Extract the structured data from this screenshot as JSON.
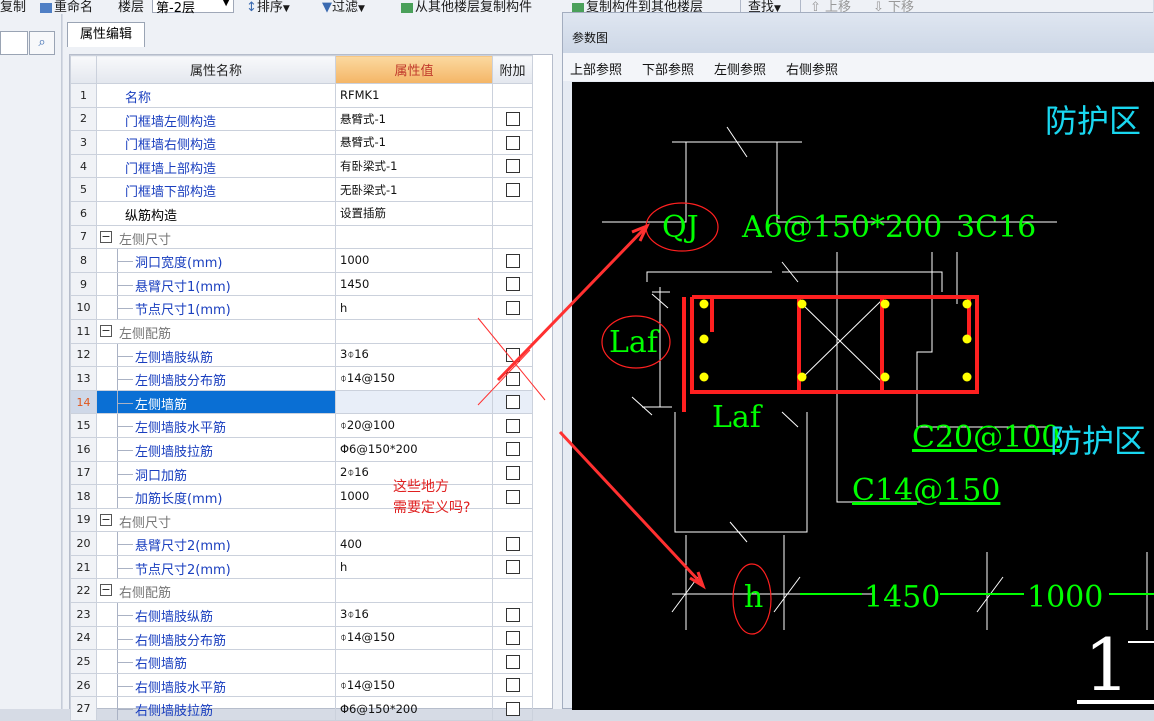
{
  "toolbar": {
    "copy": "复制",
    "rename": "重命名",
    "floor_label": "楼层",
    "floor_value": "第-2层",
    "sort": "排序",
    "filter": "过滤",
    "copy_from_floor": "从其他楼层复制构件",
    "copy_to_floor": "复制构件到其他楼层",
    "find": "查找",
    "move_up": "上移",
    "move_down": "下移"
  },
  "search": {
    "icon": "search-icon"
  },
  "property_panel": {
    "tab": "属性编辑",
    "columns": {
      "name": "属性名称",
      "value": "属性值",
      "extra": "附加"
    },
    "rows": [
      {
        "num": "1",
        "name": "名称",
        "value": "RFMK1",
        "level": 0,
        "color": "blue",
        "checkbox": false
      },
      {
        "num": "2",
        "name": "门框墙左侧构造",
        "value": "悬臂式-1",
        "level": 0,
        "color": "blue",
        "checkbox": true
      },
      {
        "num": "3",
        "name": "门框墙右侧构造",
        "value": "悬臂式-1",
        "level": 0,
        "color": "blue",
        "checkbox": true
      },
      {
        "num": "4",
        "name": "门框墙上部构造",
        "value": "有卧梁式-1",
        "level": 0,
        "color": "blue",
        "checkbox": true
      },
      {
        "num": "5",
        "name": "门框墙下部构造",
        "value": "无卧梁式-1",
        "level": 0,
        "color": "blue",
        "checkbox": true
      },
      {
        "num": "6",
        "name": "纵筋构造",
        "value": "设置插筋",
        "level": 0,
        "color": "black",
        "checkbox": false
      },
      {
        "num": "7",
        "name": "左侧尺寸",
        "value": "",
        "level": -1,
        "color": "grey",
        "checkbox": false
      },
      {
        "num": "8",
        "name": "洞口宽度(mm)",
        "value": "1000",
        "level": 1,
        "color": "blue",
        "checkbox": true
      },
      {
        "num": "9",
        "name": "悬臂尺寸1(mm)",
        "value": "1450",
        "level": 1,
        "color": "blue",
        "checkbox": true
      },
      {
        "num": "10",
        "name": "节点尺寸1(mm)",
        "value": "h",
        "level": 1,
        "color": "blue",
        "checkbox": true
      },
      {
        "num": "11",
        "name": "左侧配筋",
        "value": "",
        "level": -1,
        "color": "grey",
        "checkbox": false
      },
      {
        "num": "12",
        "name": "左侧墙肢纵筋",
        "value": "3⌽16",
        "level": 1,
        "color": "blue",
        "checkbox": true
      },
      {
        "num": "13",
        "name": "左侧墙肢分布筋",
        "value": "⌽14@150",
        "level": 1,
        "color": "blue",
        "checkbox": true
      },
      {
        "num": "14",
        "name": "左侧墙筋",
        "value": "",
        "level": 1,
        "color": "blue",
        "checkbox": true,
        "selected": true
      },
      {
        "num": "15",
        "name": "左侧墙肢水平筋",
        "value": "⌽20@100",
        "level": 1,
        "color": "blue",
        "checkbox": true
      },
      {
        "num": "16",
        "name": "左侧墙肢拉筋",
        "value": "Φ6@150*200",
        "level": 1,
        "color": "blue",
        "checkbox": true
      },
      {
        "num": "17",
        "name": "洞口加筋",
        "value": "2⌽16",
        "level": 1,
        "color": "blue",
        "checkbox": true
      },
      {
        "num": "18",
        "name": "加筋长度(mm)",
        "value": "1000",
        "level": 1,
        "color": "blue",
        "checkbox": true
      },
      {
        "num": "19",
        "name": "右侧尺寸",
        "value": "",
        "level": -1,
        "color": "grey",
        "checkbox": false
      },
      {
        "num": "20",
        "name": "悬臂尺寸2(mm)",
        "value": "400",
        "level": 1,
        "color": "blue",
        "checkbox": true
      },
      {
        "num": "21",
        "name": "节点尺寸2(mm)",
        "value": "h",
        "level": 1,
        "color": "blue",
        "checkbox": true
      },
      {
        "num": "22",
        "name": "右侧配筋",
        "value": "",
        "level": -1,
        "color": "grey",
        "checkbox": false
      },
      {
        "num": "23",
        "name": "右侧墙肢纵筋",
        "value": "3⌽16",
        "level": 1,
        "color": "blue",
        "checkbox": true
      },
      {
        "num": "24",
        "name": "右侧墙肢分布筋",
        "value": "⌽14@150",
        "level": 1,
        "color": "blue",
        "checkbox": true
      },
      {
        "num": "25",
        "name": "右侧墙筋",
        "value": "",
        "level": 1,
        "color": "blue",
        "checkbox": true
      },
      {
        "num": "26",
        "name": "右侧墙肢水平筋",
        "value": "⌽14@150",
        "level": 1,
        "color": "blue",
        "checkbox": true
      },
      {
        "num": "27",
        "name": "右侧墙肢拉筋",
        "value": "Φ6@150*200",
        "level": 1,
        "color": "blue",
        "checkbox": true
      }
    ]
  },
  "param_window": {
    "title": "参数图",
    "menu": [
      "上部参照",
      "下部参照",
      "左侧参照",
      "右侧参照"
    ],
    "drawing": {
      "label_qj": "QJ",
      "label_a6": "A6@150*200",
      "label_3c16": "3C16",
      "label_laf_left": "Laf",
      "label_laf_bottom": "Laf",
      "label_c20": "C20@100",
      "label_c14": "C14@150",
      "label_h": "h",
      "label_1450": "1450",
      "label_1000": "1000",
      "label_zone_top": "防护区",
      "label_zone_right": "防护区",
      "label_section": "1"
    }
  },
  "annotation": {
    "line1": "这些地方",
    "line2": "需要定义吗?",
    "color": "#e02020"
  },
  "colors": {
    "cad_green": "#00ff00",
    "cad_red": "#ff2020",
    "cad_cyan": "#19d7f0",
    "cad_yellow": "#ffff00",
    "selection": "#0a6fd4"
  }
}
